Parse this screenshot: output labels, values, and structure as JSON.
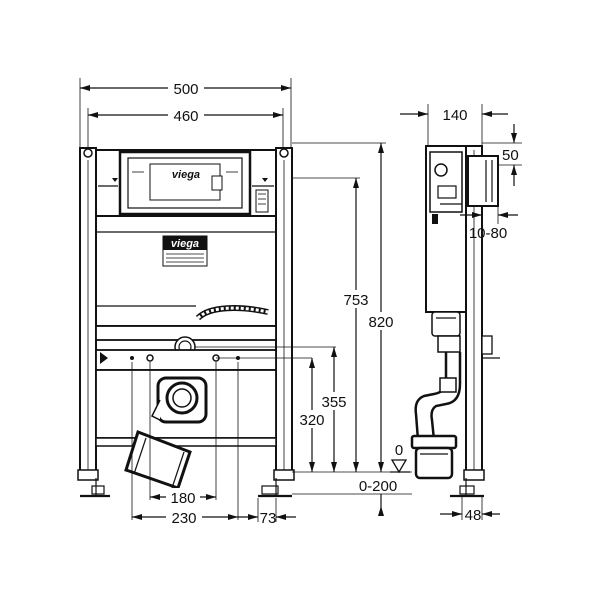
{
  "brand": {
    "logo_text": "viega"
  },
  "dimensions": {
    "front": {
      "overall_width": "500",
      "inner_width": "460",
      "height_total": "820",
      "height_flush": "753",
      "height_355": "355",
      "height_320": "320",
      "drain_offset": "180",
      "drain_width": "230",
      "foot_adjust": "73",
      "floor_zero": "0",
      "floor_range": "0-200"
    },
    "side": {
      "depth": "140",
      "top_offset": "50",
      "wall_adjust": "10-80",
      "foot_depth": "48"
    }
  }
}
